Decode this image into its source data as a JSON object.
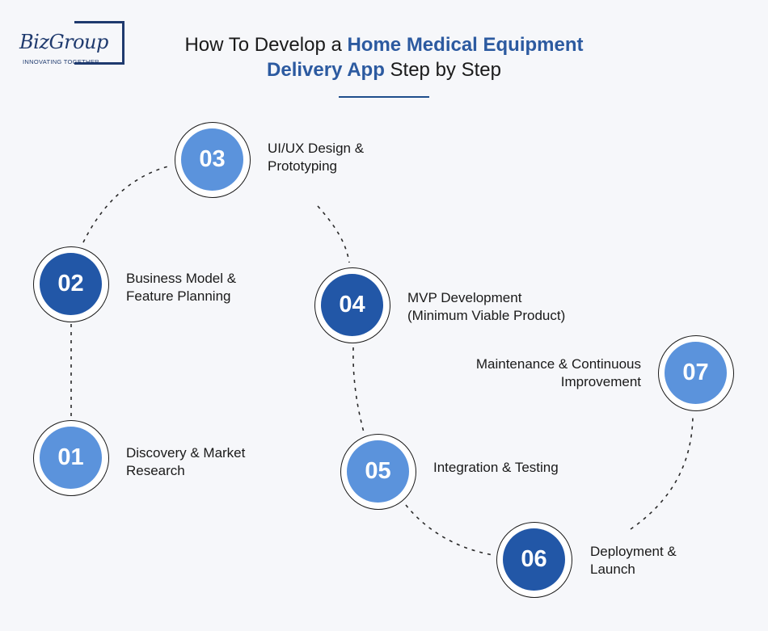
{
  "logo": {
    "name": "BizGroup",
    "tagline": "INNOVATING TOGETHER"
  },
  "title": {
    "part1": "How To Develop a ",
    "highlight1": "Home Medical Equipment",
    "highlight2": "Delivery App",
    "part2": " Step by Step"
  },
  "colors": {
    "accent_light": "#5b93dc",
    "accent_dark": "#2257a7",
    "title_highlight": "#2c5aa0"
  },
  "steps": [
    {
      "number": "01",
      "line1": "Discovery & Market",
      "line2": "Research"
    },
    {
      "number": "02",
      "line1": "Business Model &",
      "line2": "Feature Planning"
    },
    {
      "number": "03",
      "line1": "UI/UX Design &",
      "line2": "Prototyping"
    },
    {
      "number": "04",
      "line1": "MVP Development",
      "line2": "(Minimum Viable Product)"
    },
    {
      "number": "05",
      "line1": "Integration & Testing",
      "line2": ""
    },
    {
      "number": "06",
      "line1": "Deployment &",
      "line2": "Launch"
    },
    {
      "number": "07",
      "line1": "Maintenance & Continuous",
      "line2": "Improvement"
    }
  ]
}
